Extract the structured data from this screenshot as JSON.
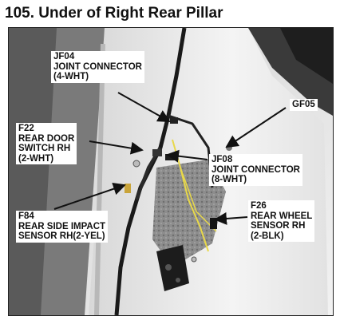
{
  "title": "105. Under of Right Rear Pillar",
  "labels": {
    "jf04": {
      "line1": "JF04",
      "line2": "JOINT CONNECTOR",
      "line3": "(4-WHT)"
    },
    "gf05": {
      "line1": "GF05"
    },
    "f22": {
      "line1": "F22",
      "line2": "REAR DOOR",
      "line3": "SWITCH RH",
      "line4": "(2-WHT)"
    },
    "jf08": {
      "line1": "JF08",
      "line2": "JOINT CONNECTOR",
      "line3": "(8-WHT)"
    },
    "f84": {
      "line1": "F84",
      "line2": "REAR SIDE IMPACT",
      "line3": "SENSOR RH(2-YEL)"
    },
    "f26": {
      "line1": "F26",
      "line2": "REAR WHEEL",
      "line3": "SENSOR RH",
      "line4": "(2-BLK)"
    }
  }
}
